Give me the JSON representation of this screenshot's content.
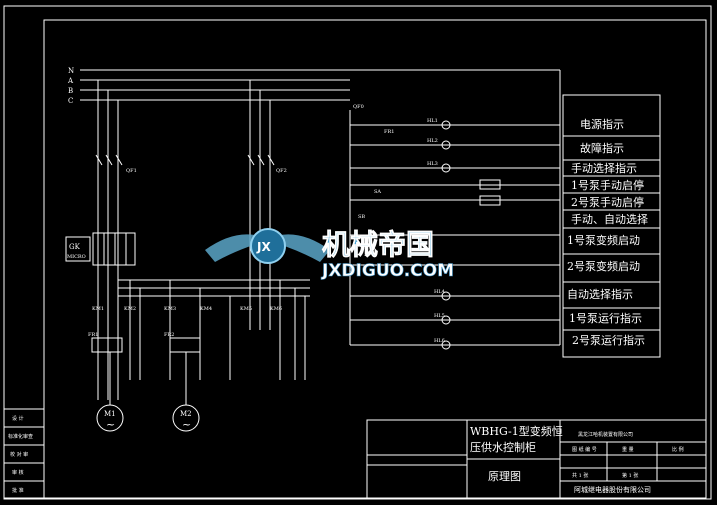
{
  "phases": [
    "N",
    "A",
    "B",
    "C"
  ],
  "components": {
    "breaker_main": "QF0",
    "qf1": "QF1",
    "qf2": "QF2",
    "gk": "GK",
    "gk_sub": "MICRO",
    "hl1": "HL1",
    "hl2": "HL2",
    "hl3": "HL3",
    "hl4": "HL4",
    "hl5": "HL5",
    "hl6": "HL6",
    "fr1": "FR1",
    "fr2": "FR2",
    "km1": "KM1",
    "km2": "KM2",
    "km3": "KM3",
    "km4": "KM4",
    "km5": "KM5",
    "km6": "KM6",
    "sa": "SA",
    "sb": "SB",
    "motor1": "M1",
    "motor2": "M2",
    "sym": "~"
  },
  "legend": [
    "电源指示",
    "故障指示",
    "手动选择指示",
    "1号泵手动启停",
    "2号泵手动启停",
    "手动、自动选择",
    "1号泵变频启动",
    "2号泵变频启动",
    "自动选择指示",
    "1号泵运行指示",
    "2号泵运行指示"
  ],
  "titleblock": {
    "title_line1": "WBHG-1型变频恒",
    "title_line2": "压供水控制柜",
    "drawing_name": "原理图",
    "company_top": "黑龙江哈机装置有限公司",
    "company_bottom": "阿城继电器股份有限公司",
    "cells": [
      "图 纸 编 号",
      "重 量",
      "比 例",
      "共 1 张",
      "第 1 张"
    ]
  },
  "left_stamps": [
    "设 计",
    "标准化审查",
    "校 对 审",
    "审 核",
    "批 准"
  ],
  "watermark": {
    "text": "机械帝国",
    "sub": "JXDIGUO.COM",
    "badge": "JX"
  }
}
